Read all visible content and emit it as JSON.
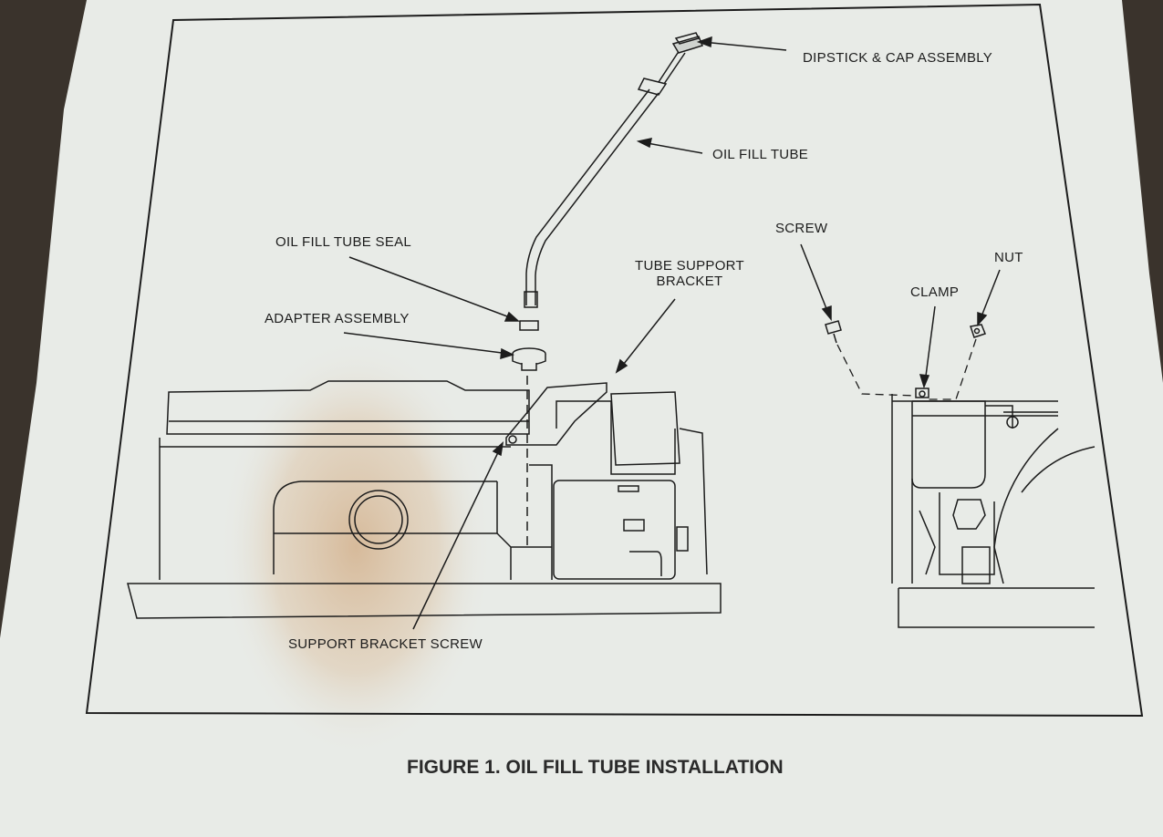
{
  "labels": {
    "dipstick_cap_assembly": "DIPSTICK & CAP ASSEMBLY",
    "oil_fill_tube": "OIL FILL TUBE",
    "oil_fill_tube_seal": "OIL FILL TUBE SEAL",
    "tube_support_bracket_line1": "TUBE SUPPORT",
    "tube_support_bracket_line2": "BRACKET",
    "adapter_assembly": "ADAPTER ASSEMBLY",
    "screw": "SCREW",
    "clamp": "CLAMP",
    "nut": "NUT",
    "support_bracket_screw": "SUPPORT BRACKET SCREW"
  },
  "caption": "FIGURE 1.  OIL FILL TUBE INSTALLATION",
  "colors": {
    "paper": "#e8ebe7",
    "ink": "#1c1c1c",
    "stain": "#c8925c",
    "background": "#3a332c"
  }
}
